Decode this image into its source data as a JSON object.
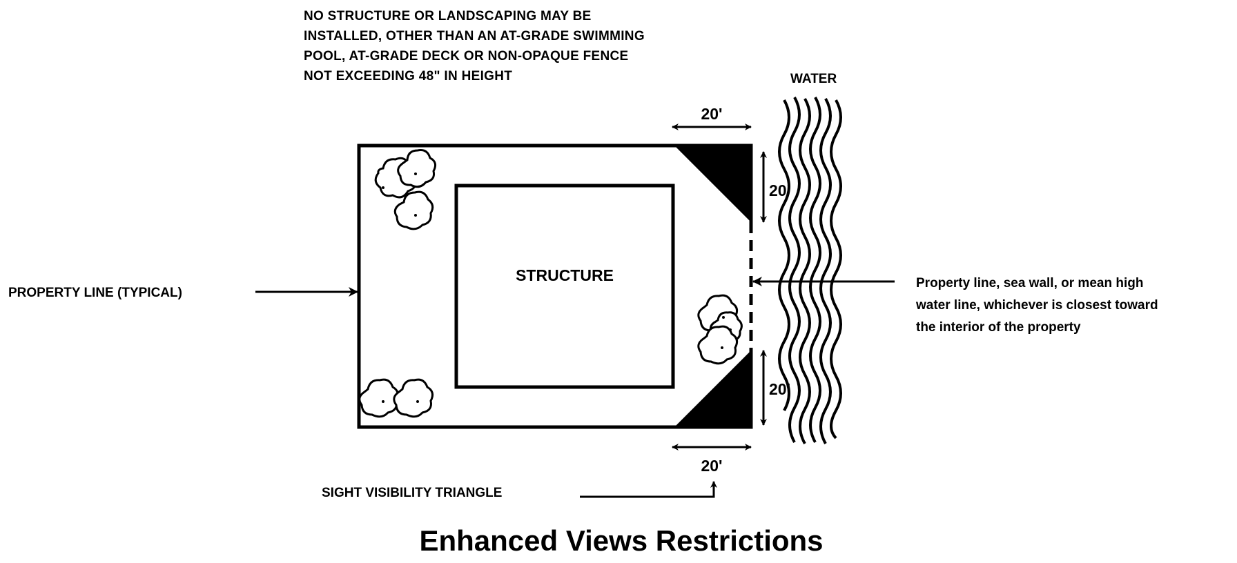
{
  "diagram": {
    "note_lines": [
      "NO  STRUCTURE  OR  LANDSCAPING  MAY  BE",
      "INSTALLED, OTHER THAN AN AT-GRADE SWIMMING",
      "POOL,  AT-GRADE DECK OR NON-OPAQUE FENCE",
      "NOT EXCEEDING 48\" IN HEIGHT"
    ],
    "water_label": "WATER",
    "structure_label": "STRUCTURE",
    "property_line_label": "PROPERTY LINE (TYPICAL)",
    "waterfront_line_label": [
      "Property line, sea wall, or mean high",
      "water line, whichever is closest toward",
      "the interior of the property"
    ],
    "dimensions": {
      "top": "20'",
      "right_upper": "20'",
      "right_lower": "20'",
      "bottom": "20'"
    },
    "sight_triangle_label": "SIGHT VISIBILITY TRIANGLE",
    "title": "Enhanced Views Restrictions"
  }
}
